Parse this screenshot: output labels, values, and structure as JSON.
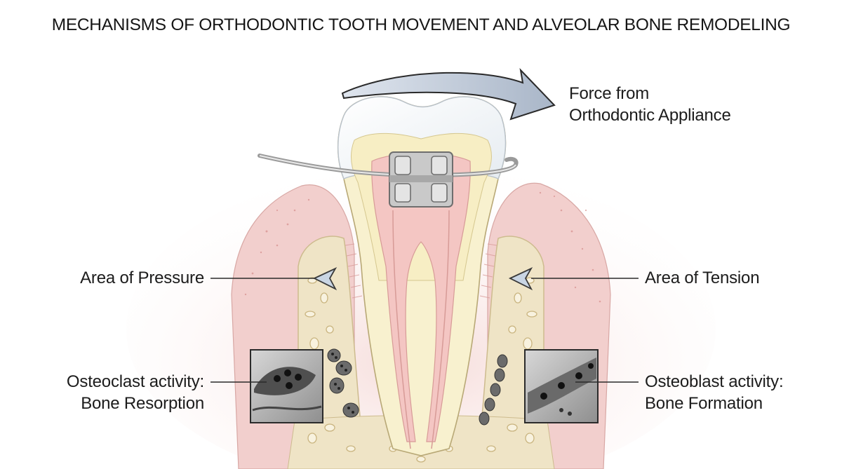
{
  "title": "MECHANISMS OF ORTHODONTIC TOOTH MOVEMENT AND ALVEOLAR BONE REMODELING",
  "labels": {
    "force_line1": "Force from",
    "force_line2": "Orthodontic Appliance",
    "pressure": "Area of Pressure",
    "tension": "Area of Tension",
    "osteoclast_line1": "Osteoclast activity:",
    "osteoclast_line2": "Bone Resorption",
    "osteoblast_line1": "Osteoblast activity:",
    "osteoblast_line2": "Bone Formation"
  },
  "colors": {
    "gum": "#f2cfcd",
    "gum_dots": "#d99a98",
    "bone": "#efe4c6",
    "bone_holes": "#d8c89e",
    "enamel": "#f3f6f8",
    "dentin": "#f7eec4",
    "pulp": "#f4c6c3",
    "arrow": "#b9c4d3",
    "bracket": "#b8b8b8",
    "cell": "#5a5a5a"
  },
  "icons": [
    "curved-force-arrow",
    "orthodontic-bracket",
    "pressure-arrow-icon",
    "tension-arrow-icon",
    "osteoclast-micrograph",
    "osteoblast-micrograph"
  ]
}
